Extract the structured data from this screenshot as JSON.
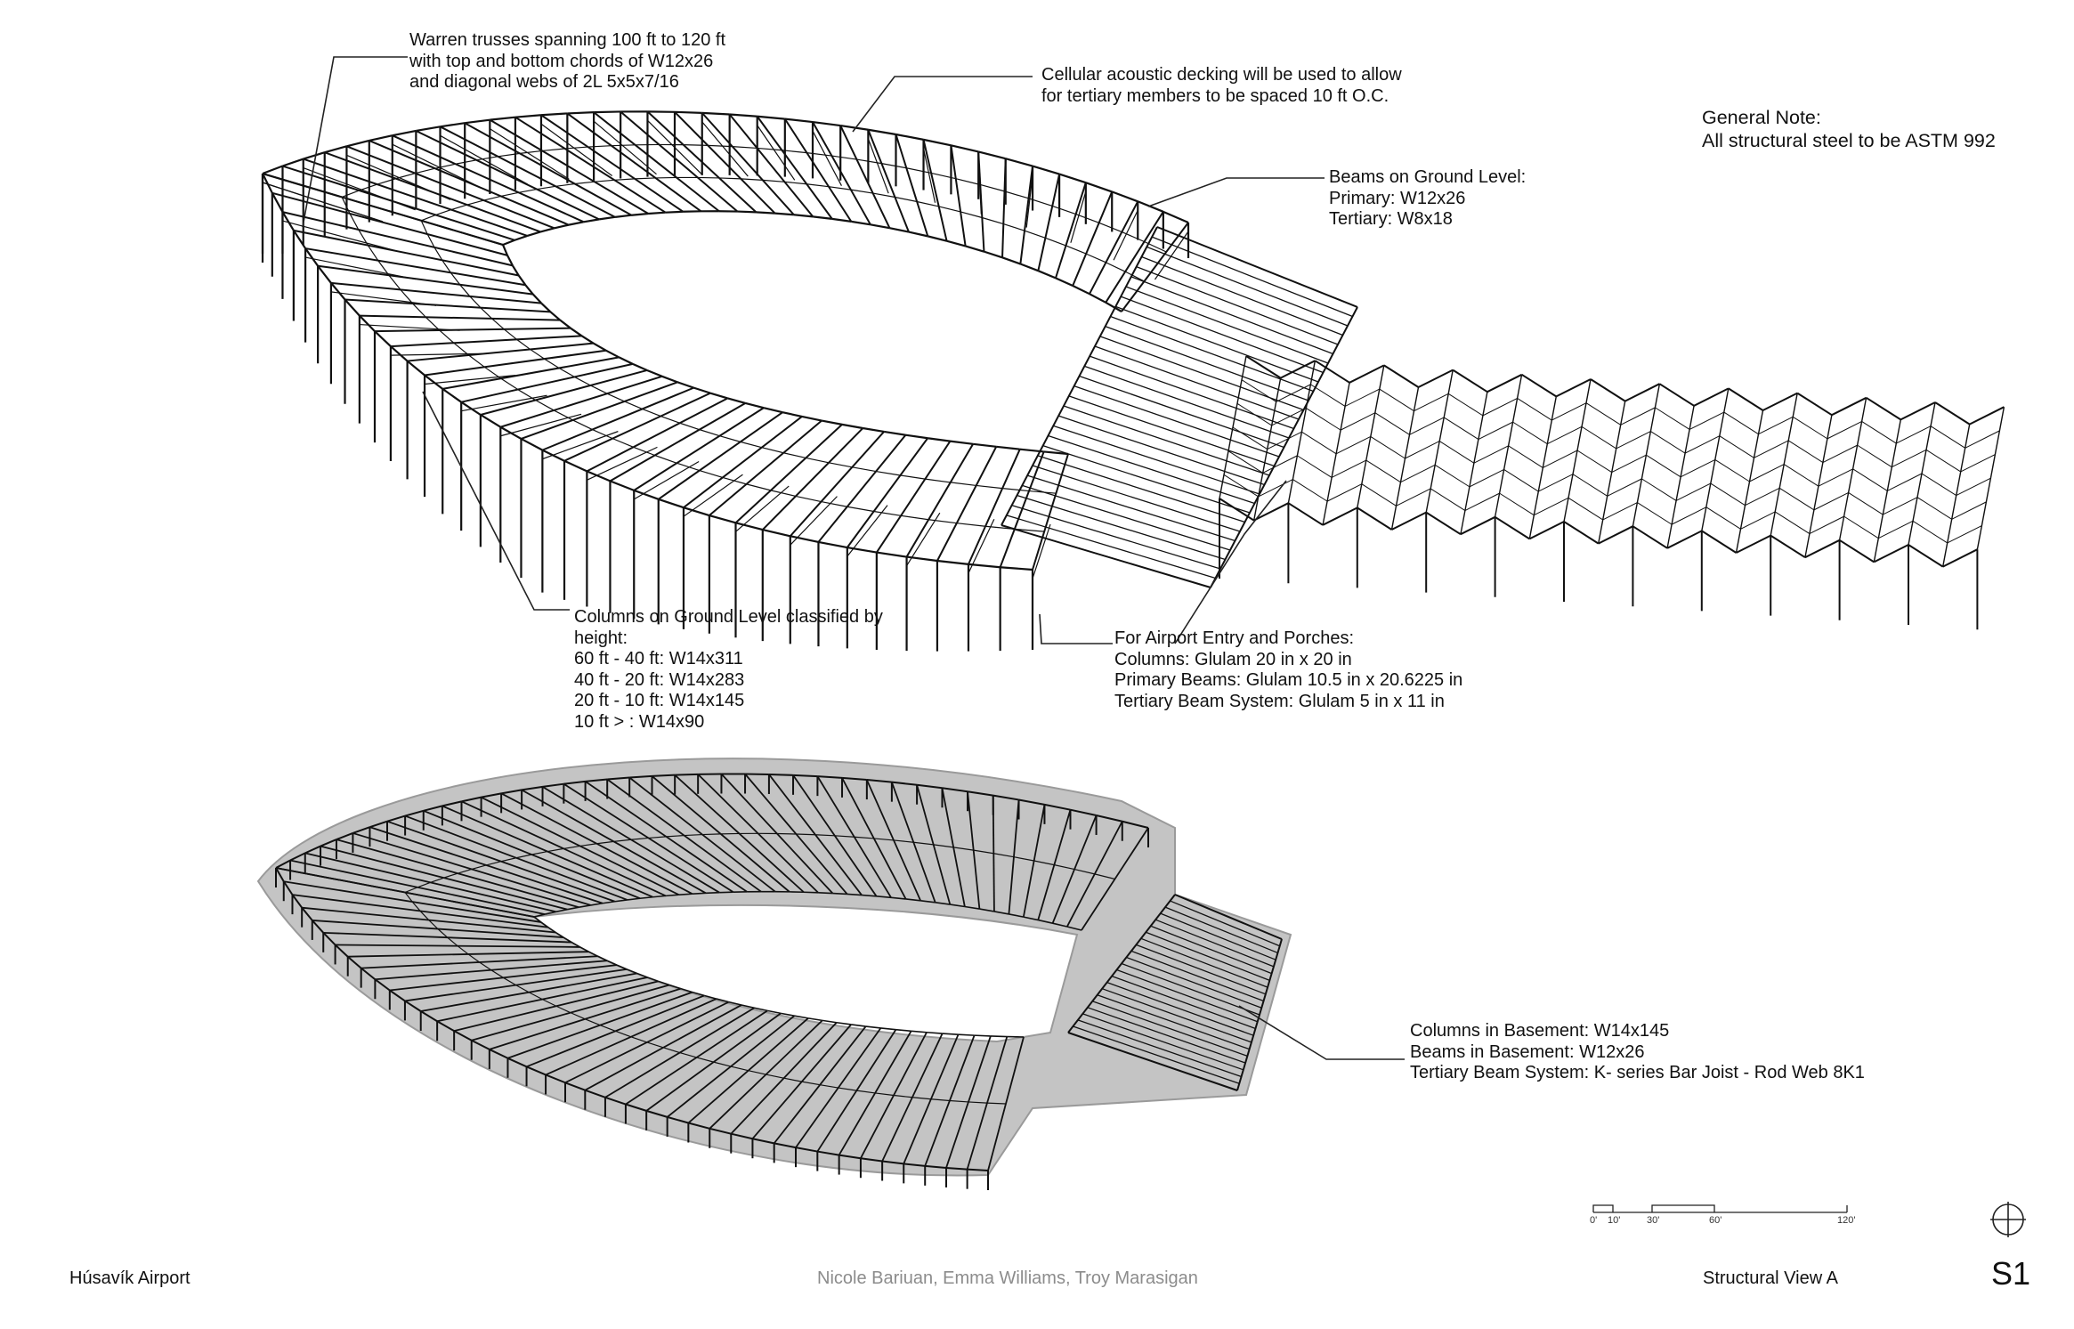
{
  "annotations": {
    "warren_trusses": [
      "Warren trusses spanning 100 ft to 120 ft",
      "with top and bottom chords of W12x26",
      "and diagonal webs of 2L 5x5x7/16"
    ],
    "acoustic_decking": [
      "Cellular acoustic decking will be used to allow",
      "for tertiary members to be spaced 10 ft O.C."
    ],
    "general_note": [
      "General Note:",
      "All structural steel to be ASTM 992"
    ],
    "ground_beams": [
      "Beams on Ground Level:",
      "Primary: W12x26",
      "Tertiary: W8x18"
    ],
    "ground_columns": [
      "Columns on Ground Level classified by",
      "height:",
      "60 ft - 40 ft: W14x311",
      "40 ft - 20 ft: W14x283",
      "20 ft - 10 ft: W14x145",
      "10 ft > : W14x90"
    ],
    "entry_porches": [
      "For Airport Entry and Porches:",
      "Columns: Glulam 20 in x 20 in",
      "Primary Beams: Glulam 10.5 in x 20.6225 in",
      "Tertiary Beam System: Glulam 5 in x 11 in"
    ],
    "basement": [
      "Columns in Basement: W14x145",
      "Beams in Basement: W12x26",
      "Tertiary Beam System: K- series Bar Joist - Rod Web 8K1"
    ]
  },
  "scale_bar": {
    "labels": [
      "0'",
      "10'",
      "30'",
      "60'",
      "120'"
    ]
  },
  "footer": {
    "project": "Húsavík Airport",
    "authors": "Nicole Bariuan, Emma Williams, Troy Marasigan",
    "view_title": "Structural View A",
    "sheet": "S1"
  },
  "colors": {
    "line": "#111111",
    "slab": "#c4c4c4",
    "slab_edge": "#9a9a9a",
    "author_text": "#8c8c8c"
  }
}
